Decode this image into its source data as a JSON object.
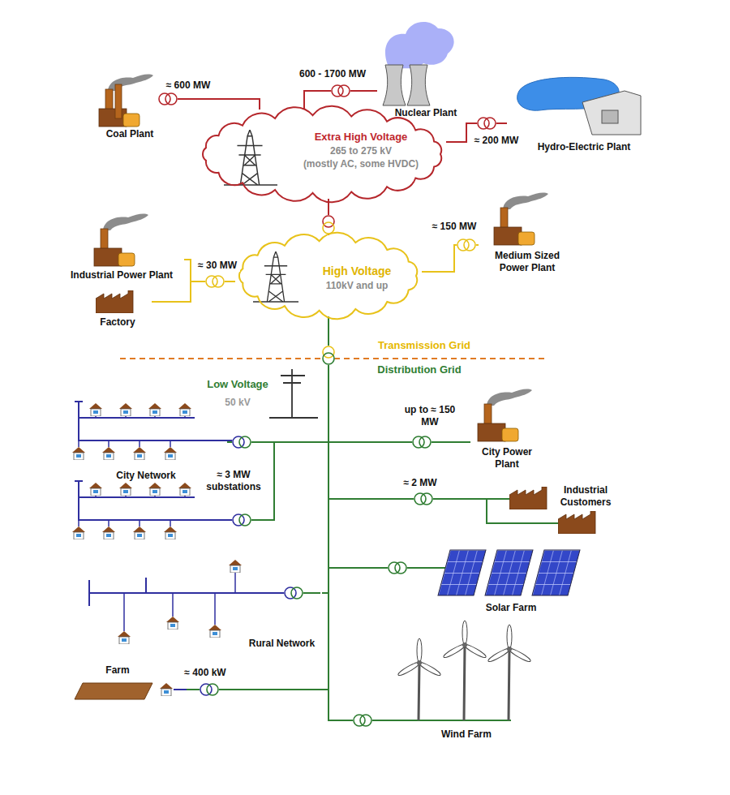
{
  "diagram": {
    "nodes": [
      {
        "text": [
          "Coal Plant"
        ]
      },
      {
        "text": [
          "Nuclear Plant"
        ]
      },
      {
        "text": [
          "Extra High Voltage",
          "265 to 275 kV",
          "(mostly AC, some HVDC)"
        ]
      },
      {
        "text": [
          "Hydro-Electric Plant"
        ]
      },
      {
        "text": [
          "Industrial Power Plant"
        ]
      },
      {
        "text": [
          "High Voltage",
          "110kV and up"
        ]
      },
      {
        "text": [
          "Medium Sized Power Plant"
        ]
      },
      {
        "text": [
          "Factory"
        ]
      },
      {
        "text": [
          "City Power Plant"
        ]
      },
      {
        "text": [
          "City Network"
        ]
      },
      {
        "text": [
          "Industrial Customers"
        ]
      },
      {
        "text": [
          "Solar Farm"
        ]
      },
      {
        "text": [
          "Rural Network"
        ]
      },
      {
        "text": [
          "Farm"
        ]
      },
      {
        "text": [
          "Wind Farm"
        ]
      }
    ],
    "edges": [
      {
        "from": 0,
        "to": 2,
        "arrow": "none",
        "label": "≈ 600 MW"
      },
      {
        "from": 1,
        "to": 2,
        "arrow": "none",
        "label": "600 - 1700 MW"
      },
      {
        "from": 3,
        "to": 2,
        "arrow": "none",
        "label": "≈ 200 MW"
      },
      {
        "from": 2,
        "to": 5,
        "arrow": "none"
      },
      {
        "from": 4,
        "to": 5,
        "arrow": "none",
        "label": "≈ 30 MW"
      },
      {
        "from": 7,
        "to": 5,
        "arrow": "none"
      },
      {
        "from": 6,
        "to": 5,
        "arrow": "none",
        "label": "≈ 150 MW"
      },
      {
        "from": 5,
        "to": 8,
        "arrow": "none",
        "label": "up to ≈ 150 MW"
      },
      {
        "from": 5,
        "to": 9,
        "arrow": "none",
        "label": "≈ 3 MW substations"
      },
      {
        "from": 5,
        "to": 10,
        "arrow": "none",
        "label": "≈ 2 MW"
      },
      {
        "from": 5,
        "to": 11,
        "arrow": "none"
      },
      {
        "from": 5,
        "to": 12,
        "arrow": "none"
      },
      {
        "from": 5,
        "to": 13,
        "arrow": "none",
        "label": "≈ 400 kW"
      },
      {
        "from": 5,
        "to": 14,
        "arrow": "none"
      }
    ],
    "labels": [
      "Transmission Grid",
      "Distribution Grid",
      "Low Voltage",
      "50 kV"
    ]
  }
}
